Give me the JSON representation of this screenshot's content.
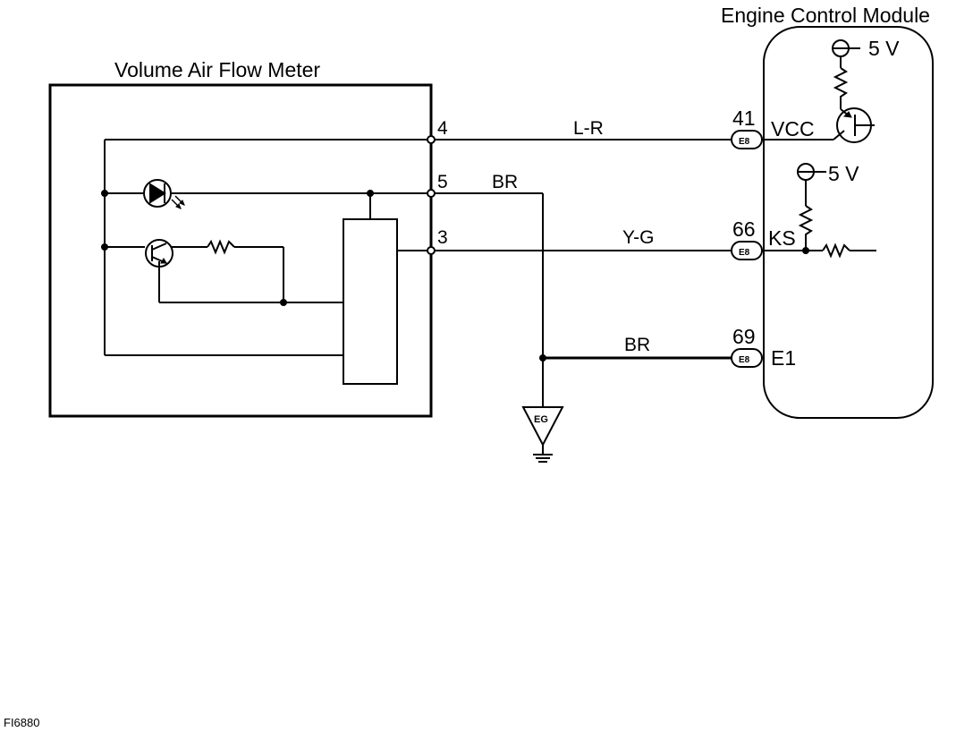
{
  "vafm": {
    "title": "Volume Air Flow Meter"
  },
  "ecm": {
    "title": "Engine Control Module"
  },
  "pins": {
    "p4": "4",
    "p5": "5",
    "p3": "3"
  },
  "wires": {
    "lr": "L-R",
    "br_top": "BR",
    "yg": "Y-G",
    "br_bottom": "BR"
  },
  "connectors": {
    "c41": {
      "number": "41",
      "code": "E8",
      "signal": "VCC"
    },
    "c66": {
      "number": "66",
      "code": "E8",
      "signal": "KS"
    },
    "c69": {
      "number": "69",
      "code": "E8",
      "signal": "E1"
    }
  },
  "supplies": {
    "s1": "5 V",
    "s2": "5 V"
  },
  "ground": {
    "label": "EG"
  },
  "figure_id": "FI6880"
}
